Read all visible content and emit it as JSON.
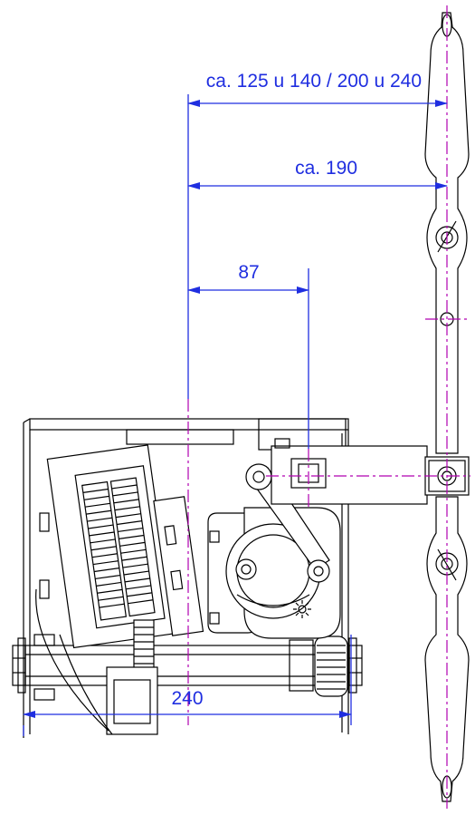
{
  "dimensions": {
    "top_label": "ca. 125 u 140 / 200 u 240",
    "mid_label": "ca. 190",
    "short_label": "87",
    "bottom_label": "240"
  },
  "colors": {
    "dimension": "#1f2ee0",
    "center_axis": "#b000b0",
    "outline": "#000000"
  }
}
